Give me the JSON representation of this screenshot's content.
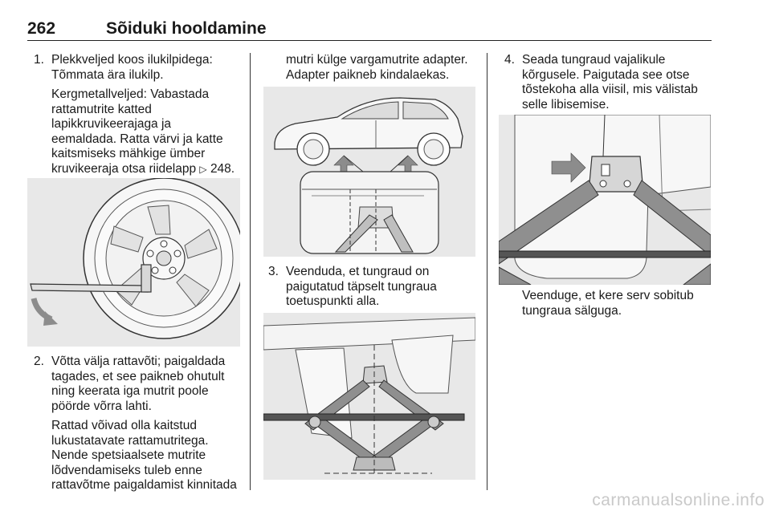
{
  "header": {
    "page_number": "262",
    "title": "Sõiduki hooldamine"
  },
  "col1": {
    "step1": {
      "num": "1.",
      "lines": [
        "Plekkveljed koos ilukilpidega:",
        "Tõmmata ära ilukilp."
      ],
      "para": [
        "Kergmetallveljed: Vabastada",
        "rattamutrite katted",
        "lapikkruvikeerajaga ja",
        "eemaldada. Ratta värvi ja katte",
        "kaitsmiseks mähkige ümber"
      ],
      "last_line": "kruvikeeraja otsa riidelapp",
      "ref_icon": "triangle-ref-icon",
      "ref_page": "248."
    },
    "step2": {
      "num": "2.",
      "lines": [
        "Võtta välja rattavõti; paigaldada",
        "tagades, et see paikneb ohutult",
        "ning keerata iga mutrit poole",
        "pöörde võrra lahti."
      ],
      "para": [
        "Rattad võivad olla kaitstud",
        "lukustatavate rattamutritega.",
        "Nende spetsiaalsete mutrite",
        "lõdvendamiseks tuleb enne",
        "rattavõtme paigaldamist kinnitada"
      ]
    }
  },
  "col2": {
    "cont": [
      "mutri külge vargamutrite adapter.",
      "Adapter paikneb kindalaekas."
    ],
    "step3": {
      "num": "3.",
      "lines": [
        "Veenduda, et tungraud on",
        "paigutatud täpselt tungraua",
        "toetuspunkti alla."
      ]
    }
  },
  "col3": {
    "step4": {
      "num": "4.",
      "lines": [
        "Seada tungraud vajalikule",
        "kõrgusele. Paigutada see otse",
        "tõstekoha alla viisil, mis välistab",
        "selle libisemise."
      ]
    },
    "note": [
      "Veenduge, et kere serv sobitub",
      "tungraua sälguga."
    ]
  },
  "watermark": "carmanualsonline.info",
  "colors": {
    "figure_bg": "#e8e8e8",
    "line": "#333333",
    "arrow_gray": "#8c8c8c"
  }
}
